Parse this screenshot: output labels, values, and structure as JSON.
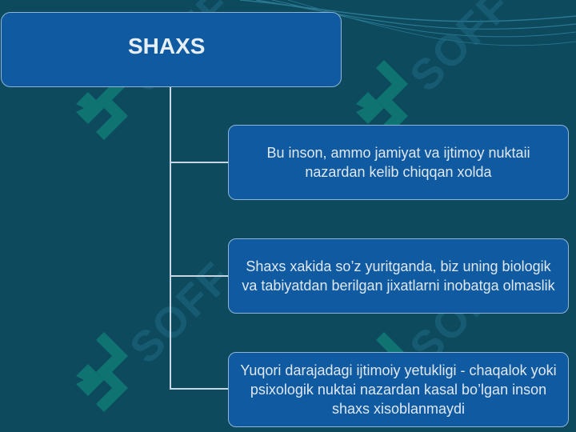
{
  "title": "SHAXS",
  "items": [
    {
      "text": "Bu inson, ammo jamiyat va ijtimoy nuktaii nazardan kelib chiqqan xolda"
    },
    {
      "text": "Shaxs xakida so’z yuritganda, biz uning biologik va tabiyatdan berilgan jixatlarni inobatga olmaslik"
    },
    {
      "text": "Yuqori darajadagi ijtimoiy yetukligi - chaqalok yoki psixologik nuktai nazardan kasal bo’lgan inson shaxs xisoblanmaydi"
    }
  ],
  "watermark": "SOFF",
  "colors": {
    "background": "#0d4a5e",
    "box": "#0f5aa0",
    "border": "#8fb4d8"
  }
}
